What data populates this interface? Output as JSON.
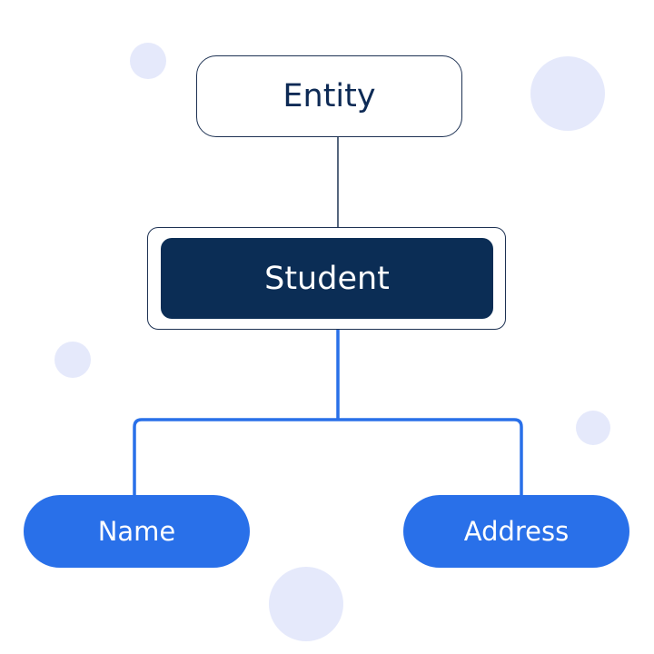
{
  "diagram": {
    "root": {
      "label": "Entity"
    },
    "entity": {
      "label": "Student"
    },
    "attributes": [
      {
        "label": "Name"
      },
      {
        "label": "Address"
      }
    ]
  },
  "colors": {
    "dark_navy": "#0b2d55",
    "blue": "#2970e9",
    "outline": "#1e3253",
    "bubble": "#e5e9fb",
    "background": "#ffffff"
  }
}
